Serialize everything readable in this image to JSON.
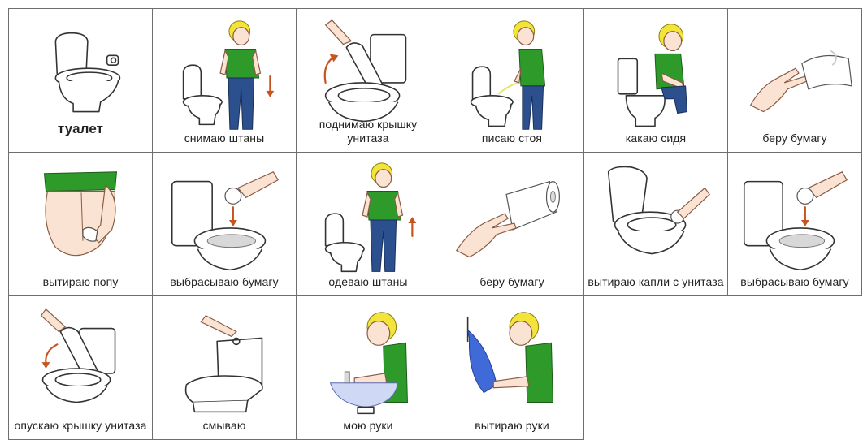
{
  "cards": [
    {
      "label": "туалет",
      "icon": "toilet-icon"
    },
    {
      "label": "снимаю штаны",
      "icon": "boy-pulling-down-pants-icon"
    },
    {
      "label": "поднимаю крышку унитаза",
      "icon": "lifting-toilet-lid-icon"
    },
    {
      "label": "писаю стоя",
      "icon": "boy-peeing-standing-icon"
    },
    {
      "label": "какаю сидя",
      "icon": "boy-sitting-on-toilet-icon"
    },
    {
      "label": "беру бумагу",
      "icon": "hand-taking-paper-icon"
    },
    {
      "label": "вытираю попу",
      "icon": "wiping-bottom-icon"
    },
    {
      "label": "выбрасываю бумагу",
      "icon": "throwing-paper-in-toilet-icon"
    },
    {
      "label": "одеваю штаны",
      "icon": "boy-pulling-up-pants-icon"
    },
    {
      "label": "беру бумагу",
      "icon": "hand-taking-toilet-roll-icon"
    },
    {
      "label": "вытираю капли с унитаза",
      "icon": "wiping-drops-from-toilet-icon"
    },
    {
      "label": "выбрасываю бумагу",
      "icon": "throwing-paper-in-toilet-icon"
    },
    {
      "label": "опускаю крышку унитаза",
      "icon": "lowering-toilet-lid-icon"
    },
    {
      "label": "смываю",
      "icon": "flushing-toilet-icon"
    },
    {
      "label": "мою руки",
      "icon": "boy-washing-hands-icon"
    },
    {
      "label": "вытираю руки",
      "icon": "boy-drying-hands-icon"
    }
  ],
  "colors": {
    "border": "#6e6e6e",
    "arrow": "#c8531c",
    "shirt": "#2e9a2a",
    "hair": "#f3e43a",
    "jeans": "#2c4f8e"
  }
}
